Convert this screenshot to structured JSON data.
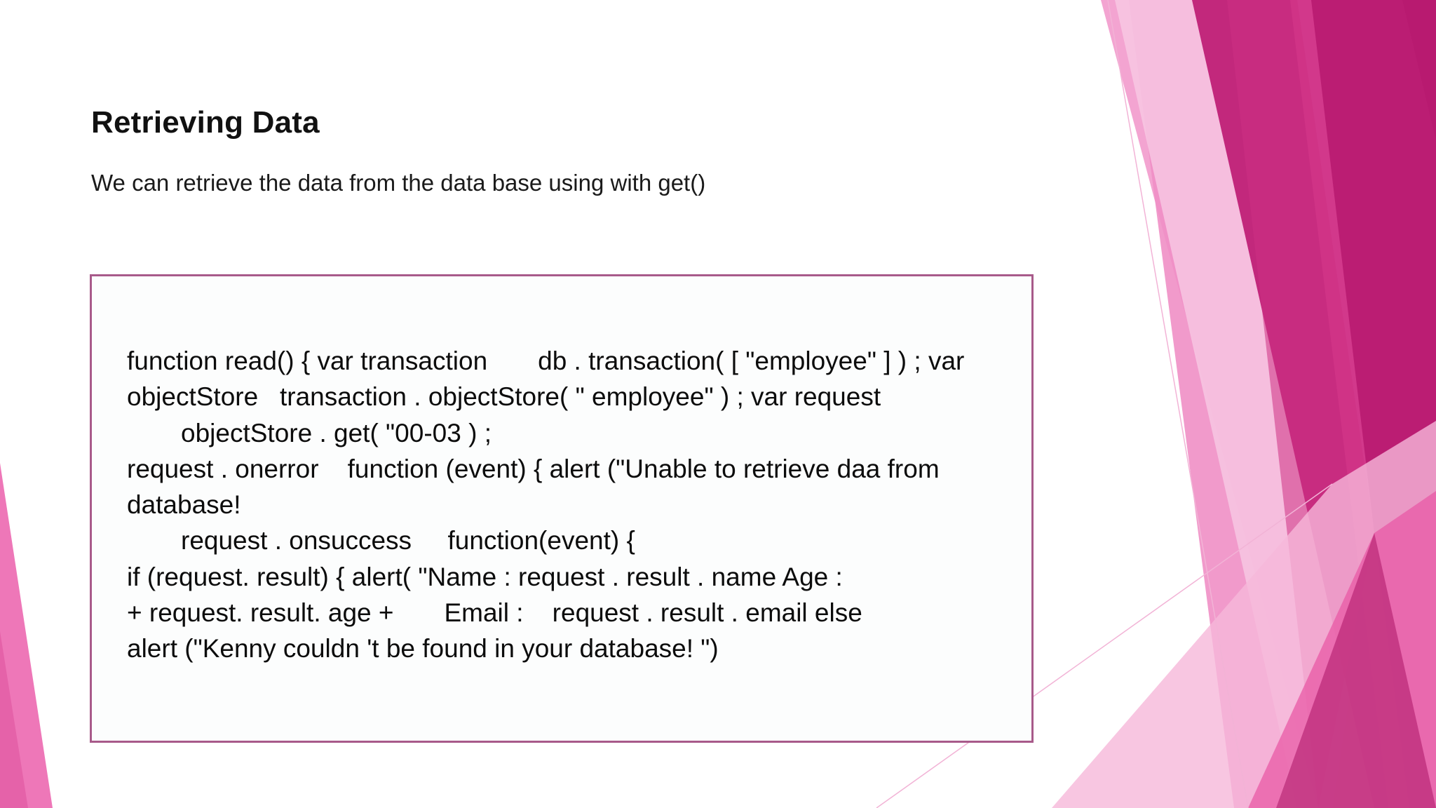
{
  "slide": {
    "title": "Retrieving Data",
    "subtitle": "We can retrieve the data from the data base using with get()",
    "code_lines": [
      "function read() { var transaction       db . transaction( [ \"employee\" ] ) ; var",
      "objectStore   transaction . objectStore( \" employee\" ) ; var request",
      "objectStore . get( \"00-03 ) ;",
      "request . onerror    function (event) { alert (\"Unable to retrieve daa from",
      "database!",
      "request . onsuccess     function(event) {",
      "if (request. result) { alert( \"Name : request . result . name Age :",
      "+ request. result. age +       Email :    request . result . email else",
      "alert (\"Kenny couldn 't be found in your database! \")"
    ]
  },
  "theme": {
    "accent_magenta": "#b5176d",
    "accent_pink": "#f08cc6",
    "code_border": "#a85a8a"
  }
}
